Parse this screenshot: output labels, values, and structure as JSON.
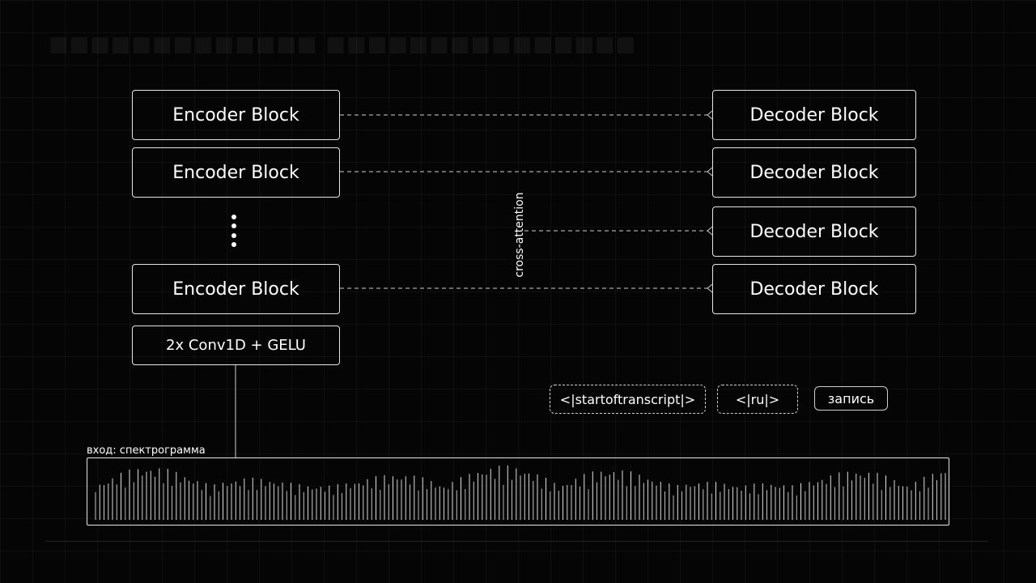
{
  "encoder": {
    "blocks": [
      "Encoder Block",
      "Encoder Block",
      "Encoder Block"
    ],
    "conv_label": "2x Conv1D + GELU"
  },
  "decoder": {
    "blocks": [
      "Decoder Block",
      "Decoder Block",
      "Decoder Block",
      "Decoder Block"
    ]
  },
  "cross_attention_label": "cross-attention",
  "tokens": {
    "start": "<|startoftranscript|>",
    "lang": "<|ru|>",
    "task": "запись"
  },
  "input": {
    "label": "вход: спектрограмма"
  },
  "colors": {
    "background": "#050505",
    "foreground": "#ffffff",
    "stroke": "#e6e6e6"
  }
}
